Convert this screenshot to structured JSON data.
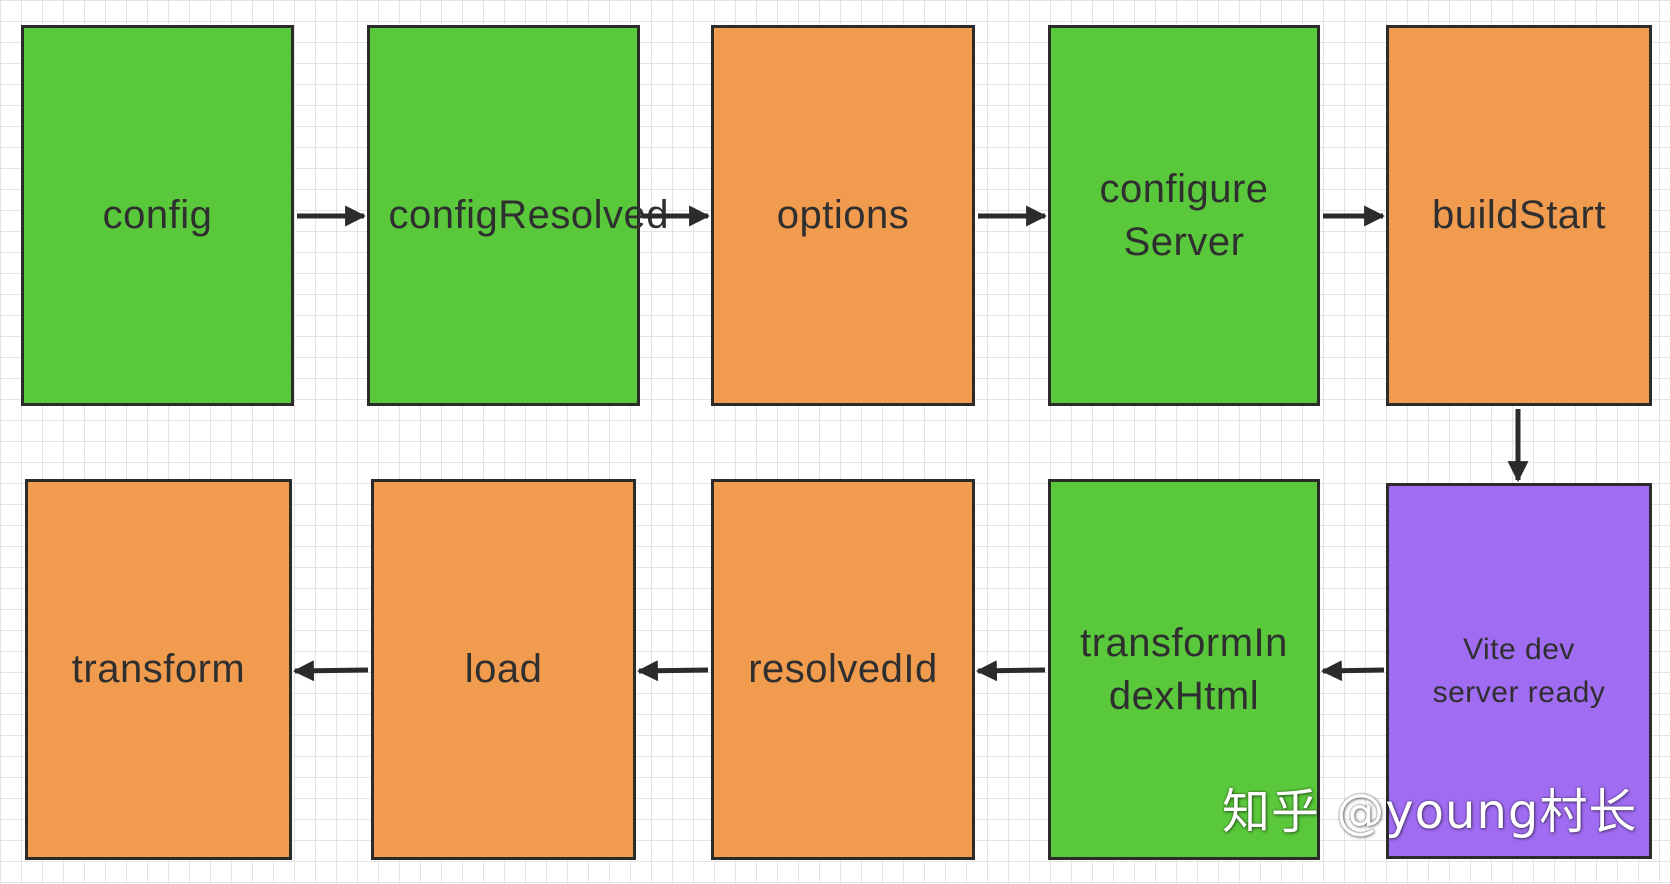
{
  "diagram": {
    "nodes": [
      {
        "id": "config",
        "label": "config",
        "color": "#5ac83b"
      },
      {
        "id": "configResolved",
        "label": "configResolved",
        "color": "#5ac83b"
      },
      {
        "id": "options",
        "label": "options",
        "color": "#f09b4d"
      },
      {
        "id": "configureServer",
        "label": "configure Server",
        "color": "#5ac83b"
      },
      {
        "id": "buildStart",
        "label": "buildStart",
        "color": "#f09b4d"
      },
      {
        "id": "viteDevServerReady",
        "label": "Vite dev server ready",
        "color": "#a06cf2"
      },
      {
        "id": "transformIndexHtml",
        "label": "transformIndexHtml",
        "color": "#5ac83b"
      },
      {
        "id": "resolvedId",
        "label": "resolvedId",
        "color": "#f09b4d"
      },
      {
        "id": "load",
        "label": "load",
        "color": "#f09b4d"
      },
      {
        "id": "transform",
        "label": "transform",
        "color": "#f09b4d"
      }
    ],
    "edges": [
      {
        "from": "config",
        "to": "configResolved"
      },
      {
        "from": "configResolved",
        "to": "options"
      },
      {
        "from": "options",
        "to": "configureServer"
      },
      {
        "from": "configureServer",
        "to": "buildStart"
      },
      {
        "from": "buildStart",
        "to": "viteDevServerReady"
      },
      {
        "from": "viteDevServerReady",
        "to": "transformIndexHtml"
      },
      {
        "from": "transformIndexHtml",
        "to": "resolvedId"
      },
      {
        "from": "resolvedId",
        "to": "load"
      },
      {
        "from": "load",
        "to": "transform"
      }
    ],
    "colors": {
      "green": "#5ac83b",
      "orange": "#f09b4d",
      "purple": "#a06cf2",
      "stroke": "#2b2b2b",
      "grid": "#e4e4e4"
    }
  },
  "watermark": "知乎 @young村长"
}
